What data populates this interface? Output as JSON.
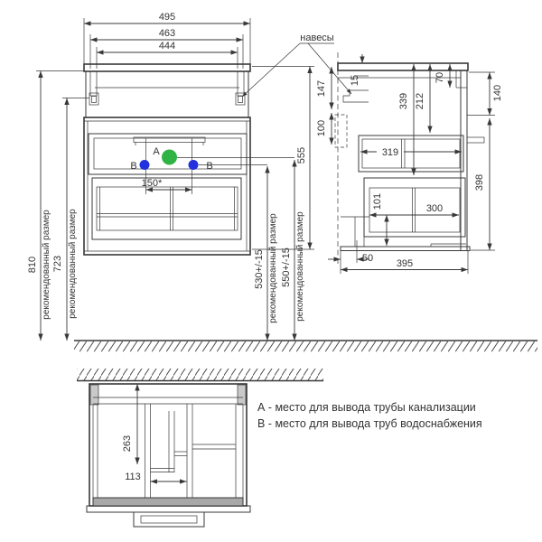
{
  "labels": {
    "navesy": "навесы",
    "rec": "рекомендованный размер",
    "legend_a": "А - место для вывода трубы канализации",
    "legend_b": "В - место для вывода труб водоснабжения",
    "point_a": "A",
    "point_b": "B"
  },
  "front_view": {
    "w495": "495",
    "w463": "463",
    "w444": "444",
    "h810": "810",
    "h723": "723",
    "h555": "555",
    "h530": "530+/-15",
    "h550": "550+/-15",
    "spacing150": "150*"
  },
  "side_view": {
    "v147": "147",
    "v15": "15",
    "v100": "100",
    "v339": "339",
    "v212": "212",
    "v70": "70",
    "v140": "140",
    "v319": "319",
    "v398": "398",
    "v101": "101",
    "v300": "300",
    "v50": "50",
    "v395": "395"
  },
  "bottom_view": {
    "v263": "263",
    "v113": "113"
  },
  "colors": {
    "line": "#383838",
    "point_a_fill": "#2fb344",
    "point_b_fill": "#2231dd"
  }
}
